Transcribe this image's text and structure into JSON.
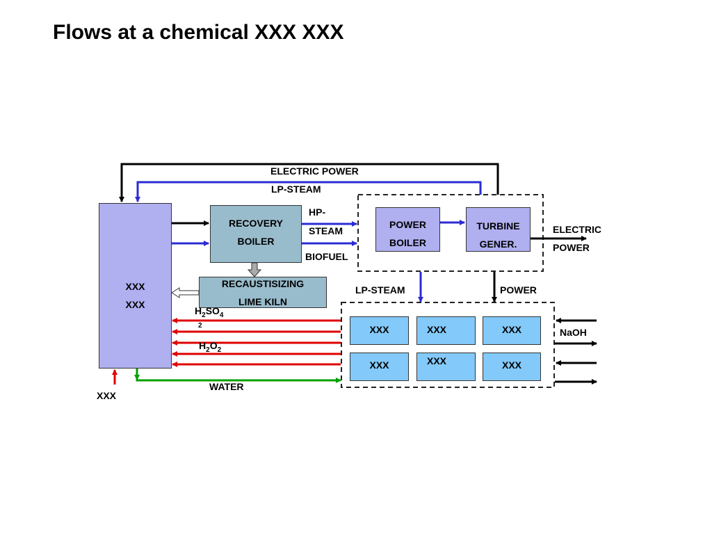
{
  "title": "Flows at a chemical XXX XXX",
  "colors": {
    "mill_box": "#b0aff0",
    "recovery": "#99bccc",
    "units": "#83c9f9",
    "steam_arrow": "#2b2bd4",
    "chemical_arrow": "#e00000",
    "water_arrow": "#00a000"
  },
  "labels": {
    "electric_power_top": "ELECTRIC POWER",
    "lp_steam_top": "LP-STEAM",
    "hp_steam_1": "HP-",
    "hp_steam_2": "STEAM",
    "biofuel": "BIOFUEL",
    "electric_power_right_1": "ELECTRIC",
    "electric_power_right_2": "POWER",
    "lp_steam_mid": "LP-STEAM",
    "power_mid": "POWER",
    "h2so4": "H2SO4",
    "h2o2": "H2O2",
    "naoh": "NaOH",
    "water": "WATER",
    "xxx_bottom": "XXX"
  },
  "boxes": {
    "mill_1": "XXX",
    "mill_2": "XXX",
    "recovery_1": "RECOVERY",
    "recovery_2": "BOILER",
    "recaust_1": "RECAUSTISIZING",
    "recaust_2": "LIME KILN",
    "power_boiler_1": "POWER",
    "power_boiler_2": "BOILER",
    "turbine_1": "TURBINE",
    "turbine_2": "GENER.",
    "units": [
      "XXX",
      "XXX",
      "XXX",
      "XXX",
      "XXX",
      "XXX"
    ]
  }
}
